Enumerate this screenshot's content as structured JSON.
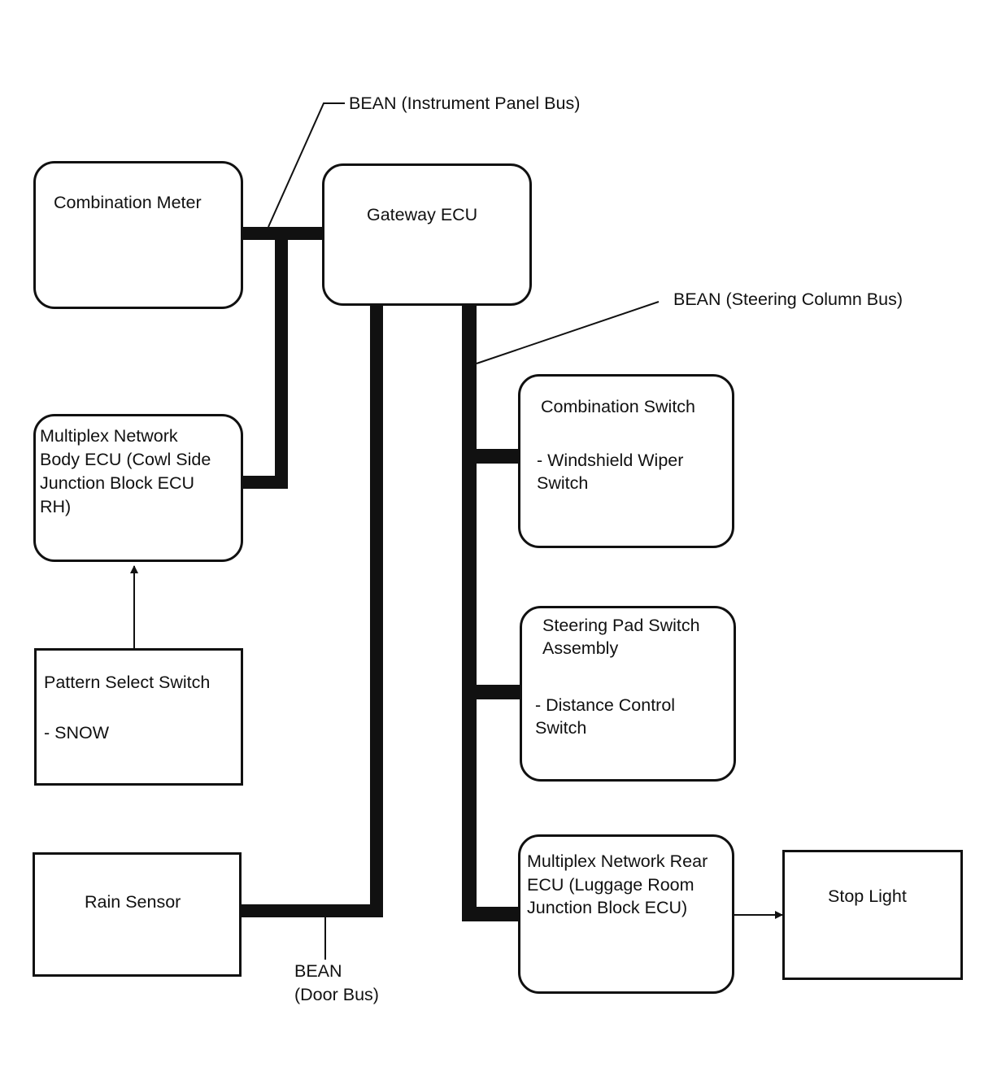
{
  "bus_labels": {
    "instrument_panel": "BEAN (Instrument Panel Bus)",
    "steering_column": "BEAN (Steering Column Bus)",
    "door_bus_line1": "BEAN",
    "door_bus_line2": "(Door Bus)"
  },
  "boxes": {
    "combination_meter": {
      "title": "Combination Meter"
    },
    "gateway_ecu": {
      "title": "Gateway ECU"
    },
    "body_ecu": {
      "line1": "Multiplex Network",
      "line2": "Body ECU (Cowl Side",
      "line3": "Junction Block ECU",
      "line4": "RH)"
    },
    "pattern_select": {
      "title": "Pattern Select Switch",
      "item": "- SNOW"
    },
    "rain_sensor": {
      "title": "Rain Sensor"
    },
    "combination_switch": {
      "title": "Combination Switch",
      "item_line1": "- Windshield Wiper",
      "item_line2": "Switch"
    },
    "steering_pad": {
      "line1": "Steering Pad Switch",
      "line2": "Assembly",
      "item_line1": "- Distance Control",
      "item_line2": "Switch"
    },
    "rear_ecu": {
      "line1": "Multiplex Network Rear",
      "line2": "ECU (Luggage Room",
      "line3": "Junction Block ECU)"
    },
    "stop_light": {
      "title": "Stop Light"
    }
  }
}
